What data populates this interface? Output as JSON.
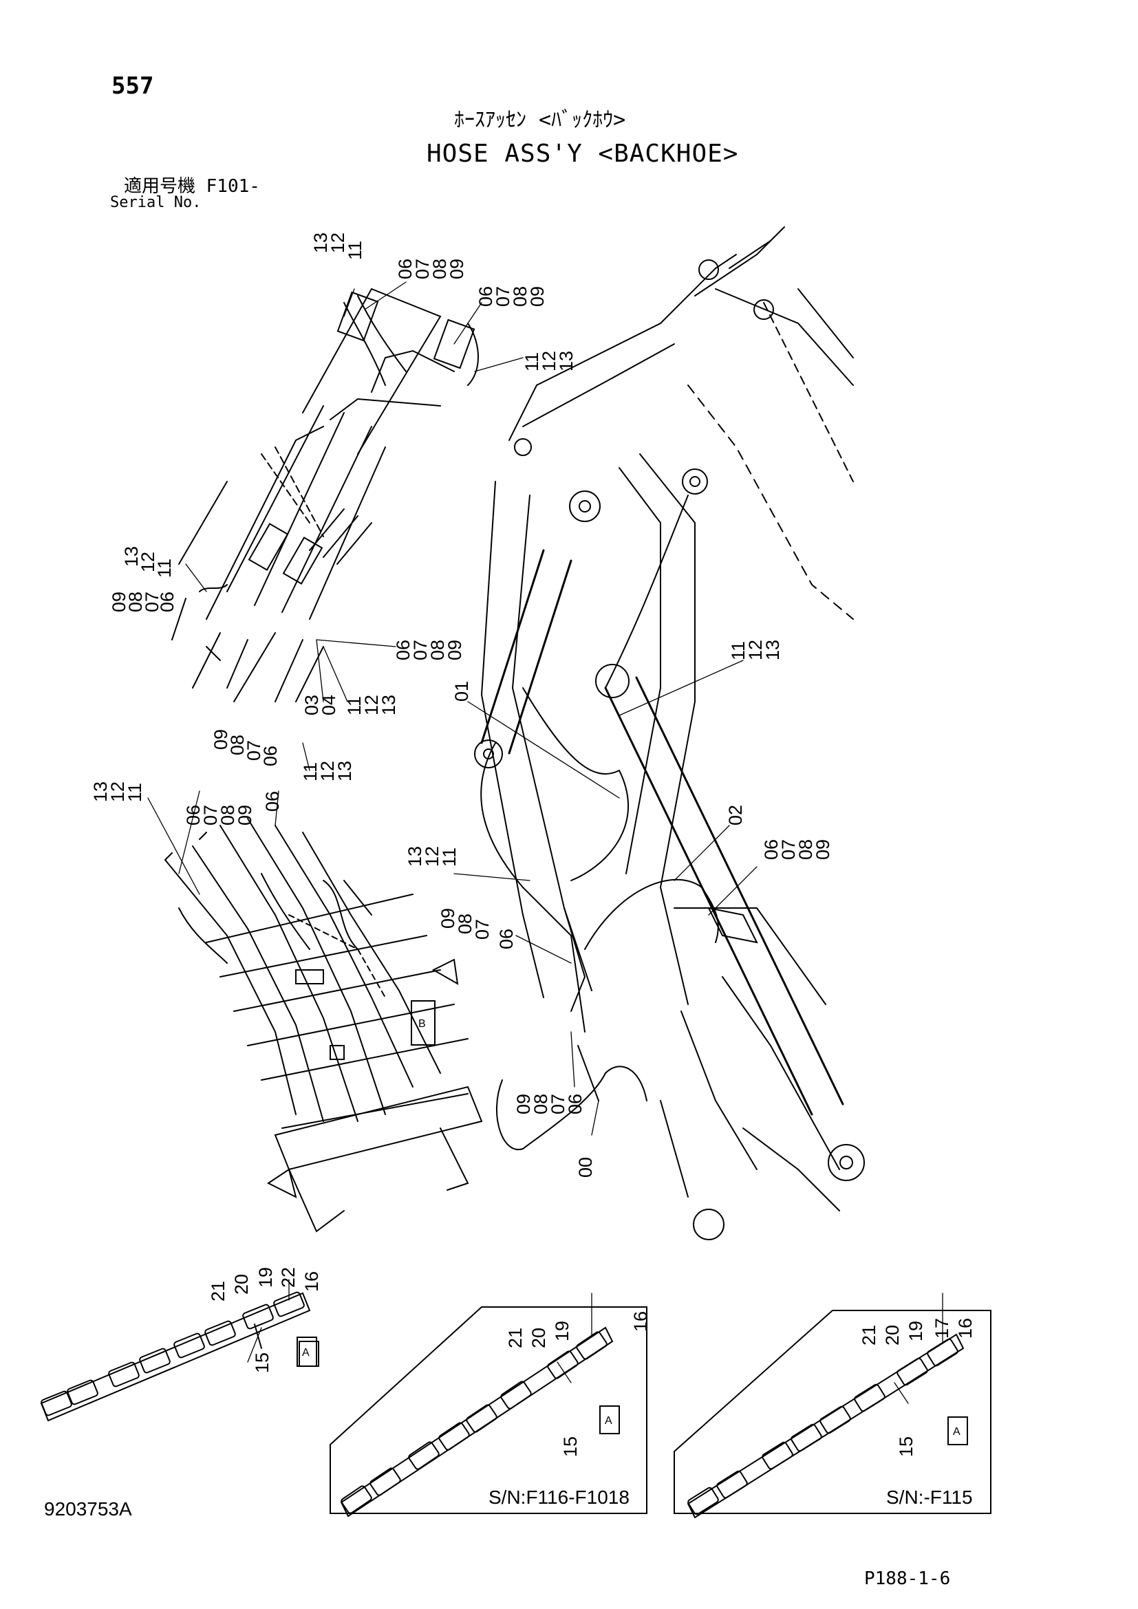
{
  "page_number": "557",
  "title_jp": "ﾎｰｽｱｯｾﾝ <ﾊﾞｯｸﾎｳ>",
  "title_en": "HOSE ASS'Y <BACKHOE>",
  "serial_jp": "適用号機  F101-",
  "serial_en": "Serial No.",
  "doc_number": "9203753A",
  "page_ref": "P188-1-6",
  "view_markers": {
    "a": "A",
    "b": "B"
  },
  "sn_labels": {
    "mid": "S/N:F116-F1018",
    "right": "S/N:-F115"
  },
  "callouts": {
    "c00": "00",
    "c01": "01",
    "c02": "02",
    "c03": "03",
    "c04": "04",
    "c06": "06",
    "c07": "07",
    "c08": "08",
    "c09": "09",
    "c11": "11",
    "c12": "12",
    "c13": "13",
    "c15": "15",
    "c16": "16",
    "c17": "17",
    "c19": "19",
    "c20": "20",
    "c21": "21",
    "c22": "22"
  }
}
